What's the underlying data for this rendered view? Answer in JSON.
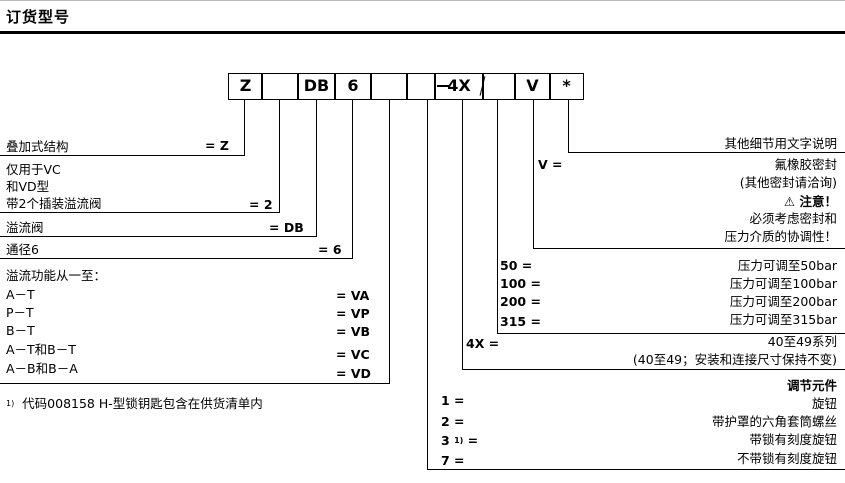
{
  "title": "订货型号",
  "code_boxes": [
    "Z",
    "",
    "DB",
    "6",
    "",
    "",
    "4X",
    "",
    "V",
    "*"
  ],
  "features": {
    "stacking": {
      "label": "叠加式结构",
      "code": "= Z"
    },
    "only_for_line1": "仅用于VC",
    "only_for_line2": "和VD型",
    "with_2_cartridge": {
      "label": "带2个插装溢流阀",
      "code": "= 2"
    },
    "relief_valve": {
      "label": "溢流阀",
      "code": "= DB"
    },
    "size": {
      "label": "通径6",
      "code": "= 6"
    },
    "relief_function_heading": "溢流功能从一至：",
    "functions": [
      {
        "label": "A－T",
        "code": "= VA"
      },
      {
        "label": "P－T",
        "code": "= VP"
      },
      {
        "label": "B－T",
        "code": "= VB"
      },
      {
        "label": "A－T和B－T",
        "code": "= VC"
      },
      {
        "label": "A－B和B－A",
        "code": "= VD"
      }
    ],
    "footnote_mark": "1)",
    "footnote": "代码008158 H-型锁钥匙包含在供货清单内"
  },
  "right": {
    "other_details": "其他细节用文字说明",
    "seal_code": "V =",
    "seal_label": "氟橡胶密封",
    "seal_note": "(其他密封请洽询)",
    "attention": "注意！",
    "attention_line1": "必须考虑密封和",
    "attention_line2": "压力介质的协调性！",
    "pressure": [
      {
        "code": "50 =",
        "label": "压力可调至50bar"
      },
      {
        "code": "100 =",
        "label": "压力可调至100bar"
      },
      {
        "code": "200 =",
        "label": "压力可调至200bar"
      },
      {
        "code": "315 =",
        "label": "压力可调至315bar"
      }
    ],
    "series_code": "4X =",
    "series_label": "40至49系列",
    "series_note": "(40至49；安装和连接尺寸保持不变)",
    "adjust_heading": "调节元件",
    "adjust": [
      {
        "code": "1 =",
        "label": "旋钮"
      },
      {
        "code": "2 =",
        "label": "带护罩的六角套筒螺丝"
      },
      {
        "code": "3",
        "sup": "1)",
        "code_suffix": "=",
        "label": "带锁有刻度旋钮"
      },
      {
        "code": "7 =",
        "label": "不带锁有刻度旋钮"
      }
    ]
  }
}
